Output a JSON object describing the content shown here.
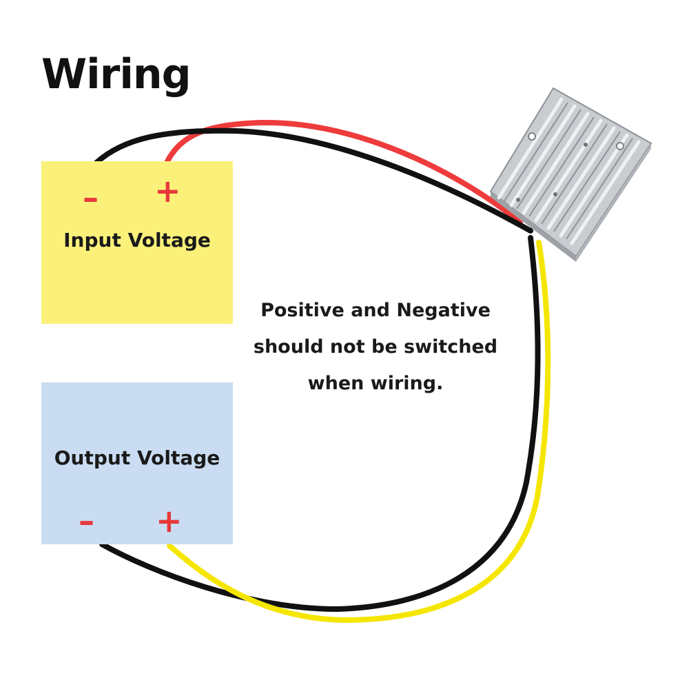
{
  "title": "Wiring",
  "input_box": {
    "label": "Input Voltage",
    "negative_sign": "–",
    "positive_sign": "+",
    "fill_color": "#fbf17a"
  },
  "output_box": {
    "label": "Output Voltage",
    "negative_sign": "–",
    "positive_sign": "+",
    "fill_color": "#cadcf1"
  },
  "note": {
    "line1": "Positive and Negative",
    "line2": "should not be switched",
    "line3": "when wiring."
  },
  "colors": {
    "sign_red": "#e8383b",
    "wire_red": "#ee3b3b",
    "wire_black": "#111111",
    "wire_yellow": "#f5e600",
    "module_aluminum": "#c9ccd0"
  },
  "icons": {
    "module": "dc-converter-module-icon"
  }
}
